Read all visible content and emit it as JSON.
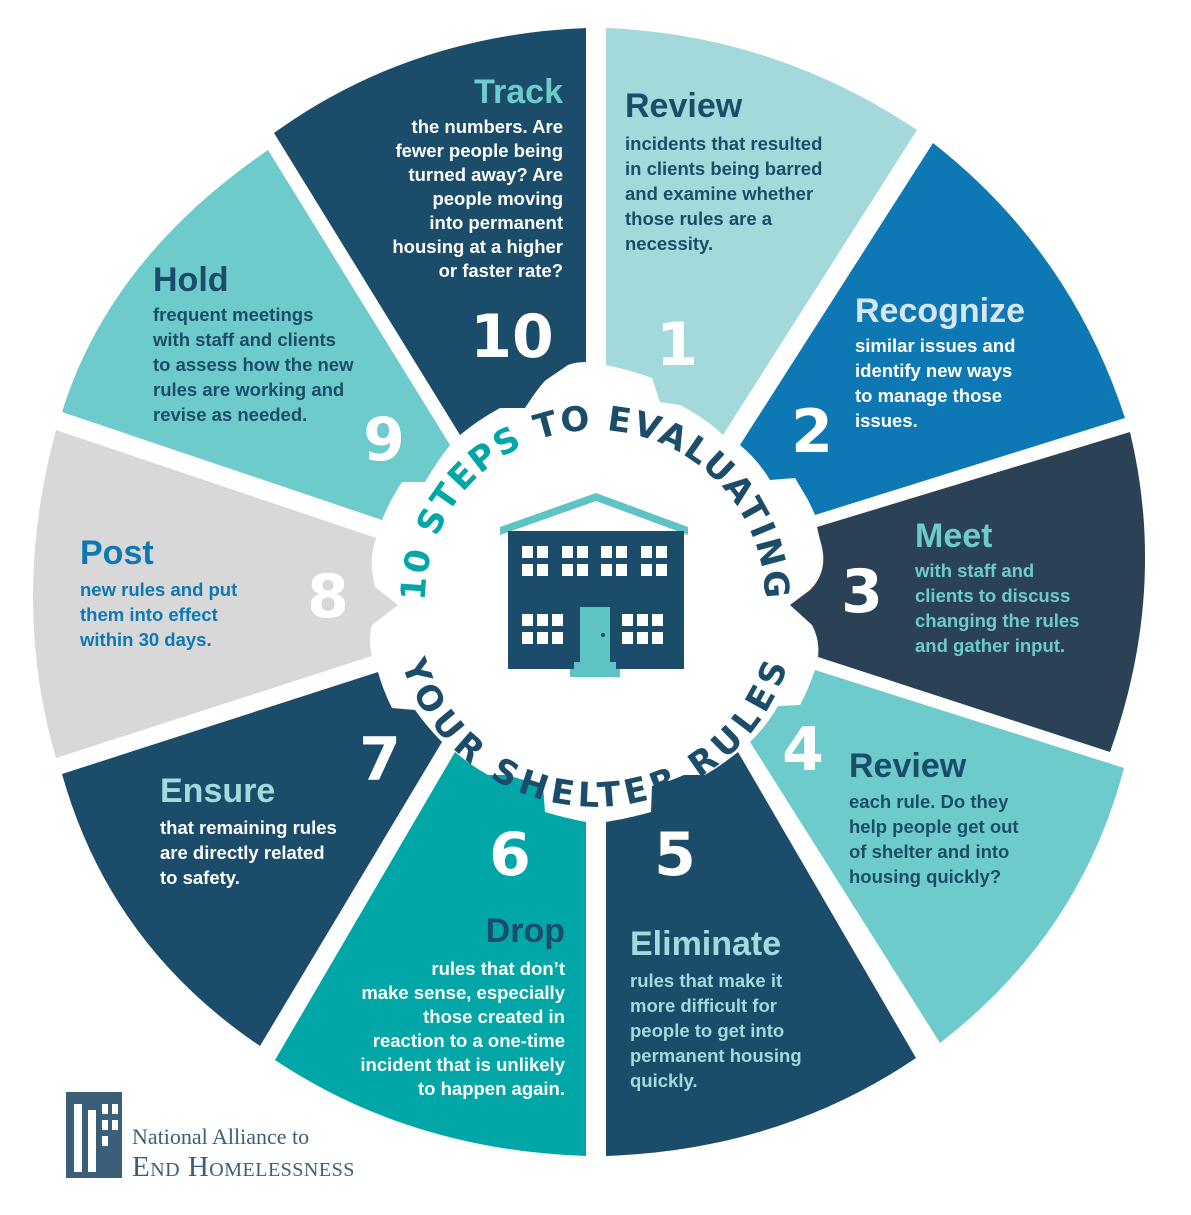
{
  "center": {
    "title_accent": "10 STEPS",
    "title_top": " TO EVALUATING",
    "title_bottom": "YOUR SHELTER RULES"
  },
  "colors": {
    "dark_navy": "#1b4d6b",
    "slate": "#2b4256",
    "light_teal": "#a3d9db",
    "mid_teal": "#6ecbcb",
    "bright_teal": "#00a7a6",
    "blue": "#0e78b4",
    "gray": "#d7d8d7",
    "ink": "#1b4d6b"
  },
  "steps": [
    {
      "number": "1",
      "title": "Review",
      "lines": [
        "incidents that resulted",
        "in clients being barred",
        "and examine whether",
        "those rules are a",
        "necessity."
      ]
    },
    {
      "number": "2",
      "title": "Recognize",
      "lines": [
        "similar issues and",
        "identify new ways",
        "to manage those",
        "issues."
      ]
    },
    {
      "number": "3",
      "title": "Meet",
      "lines": [
        "with staff and",
        "clients to discuss",
        "changing the rules",
        "and gather input."
      ]
    },
    {
      "number": "4",
      "title": "Review",
      "lines": [
        "each rule. Do they",
        "help people get out",
        "of shelter and into",
        "housing quickly?"
      ]
    },
    {
      "number": "5",
      "title": "Eliminate",
      "lines": [
        "rules that make it",
        "more difficult for",
        "people to get into",
        "permanent housing",
        "quickly."
      ]
    },
    {
      "number": "6",
      "title": "Drop",
      "lines": [
        "rules that don’t",
        "make sense, especially",
        "those created in",
        "reaction to a one-time",
        "incident that is unlikely",
        "to happen again."
      ]
    },
    {
      "number": "7",
      "title": "Ensure",
      "lines": [
        "that remaining rules",
        "are directly related",
        "to safety."
      ]
    },
    {
      "number": "8",
      "title": "Post",
      "lines": [
        "new rules and put",
        "them into effect",
        "within 30 days."
      ]
    },
    {
      "number": "9",
      "title": "Hold",
      "lines": [
        "frequent meetings",
        "with staff and clients",
        "to assess how the new",
        "rules are working and",
        "revise as needed."
      ]
    },
    {
      "number": "10",
      "title": "Track",
      "lines": [
        "the numbers. Are",
        "fewer people being",
        "turned away? Are",
        "people moving",
        "into permanent",
        "housing at a higher",
        "or faster rate?"
      ]
    }
  ],
  "logo": {
    "line1": "National Alliance to",
    "line2": "End Homelessness"
  }
}
